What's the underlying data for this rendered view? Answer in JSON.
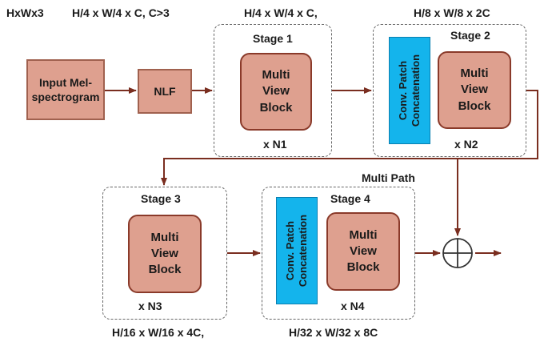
{
  "dims": {
    "input": "HxWx3",
    "after_nlf": "H/4 x W/4 x C,  C>3",
    "stage1_out": "H/4 x W/4 x C,",
    "stage2_out": "H/8 x W/8 x 2C",
    "stage3_out": "H/16 x W/16 x 4C,",
    "stage4_out": "H/32 x W/32 x 8C"
  },
  "input_block": "Input Mel-spectrogram",
  "nlf_block": "NLF",
  "multi_path": "Multi Path",
  "conv_label": "Conv. Patch Concatenation",
  "stages": [
    {
      "title": "Stage 1",
      "block": "Multi View Block",
      "repeat": "x N1"
    },
    {
      "title": "Stage 2",
      "block": "Multi View Block",
      "repeat": "x N2"
    },
    {
      "title": "Stage 3",
      "block": "Multi View Block",
      "repeat": "x N3"
    },
    {
      "title": "Stage 4",
      "block": "Multi View Block",
      "repeat": "x N4"
    }
  ],
  "colors": {
    "arrow": "#7a2e20",
    "block": "#dea08f",
    "conv": "#14b4ec"
  }
}
